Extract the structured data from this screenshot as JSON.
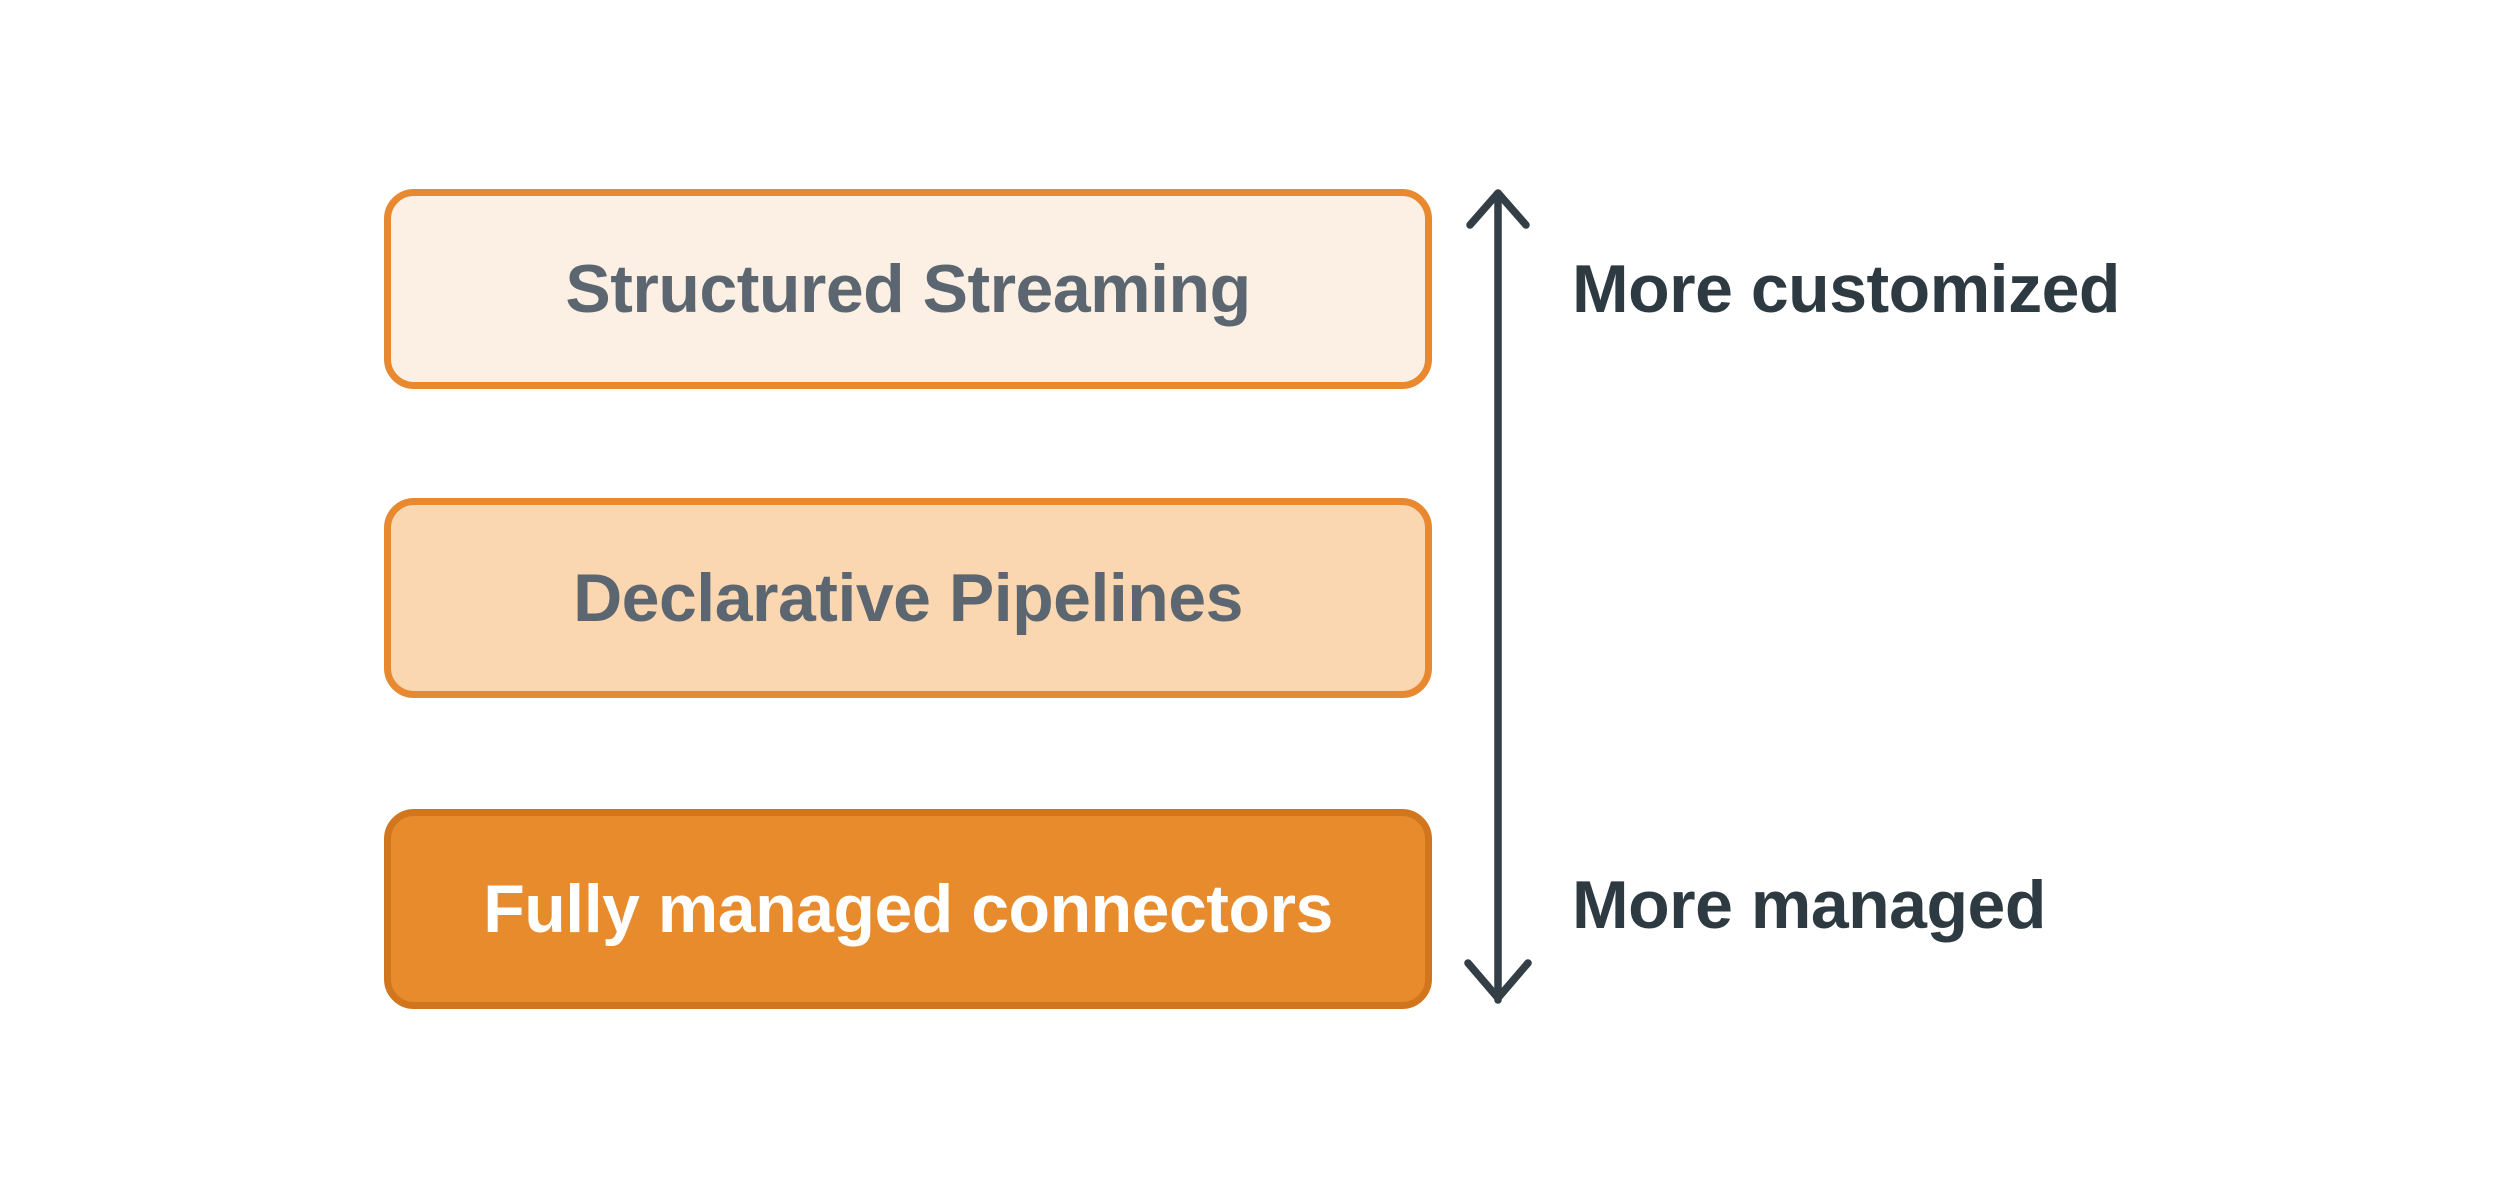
{
  "colors": {
    "background": "#ffffff",
    "box1-fill": "#fcf0e4",
    "box2-fill": "#fad7b0",
    "box3-fill": "#e78b2d",
    "box12-border": "#e8882f",
    "box3-border": "#d2761e",
    "box-label-gray": "#5c6670",
    "box3-label": "#ffffff",
    "arrow": "#333e47",
    "axis-label": "#2e3a42"
  },
  "boxes": [
    {
      "label": "Structured Streaming"
    },
    {
      "label": "Declarative Pipelines"
    },
    {
      "label": "Fully managed connectors"
    }
  ],
  "axis": {
    "top_label": "More customized",
    "bottom_label": "More managed"
  }
}
